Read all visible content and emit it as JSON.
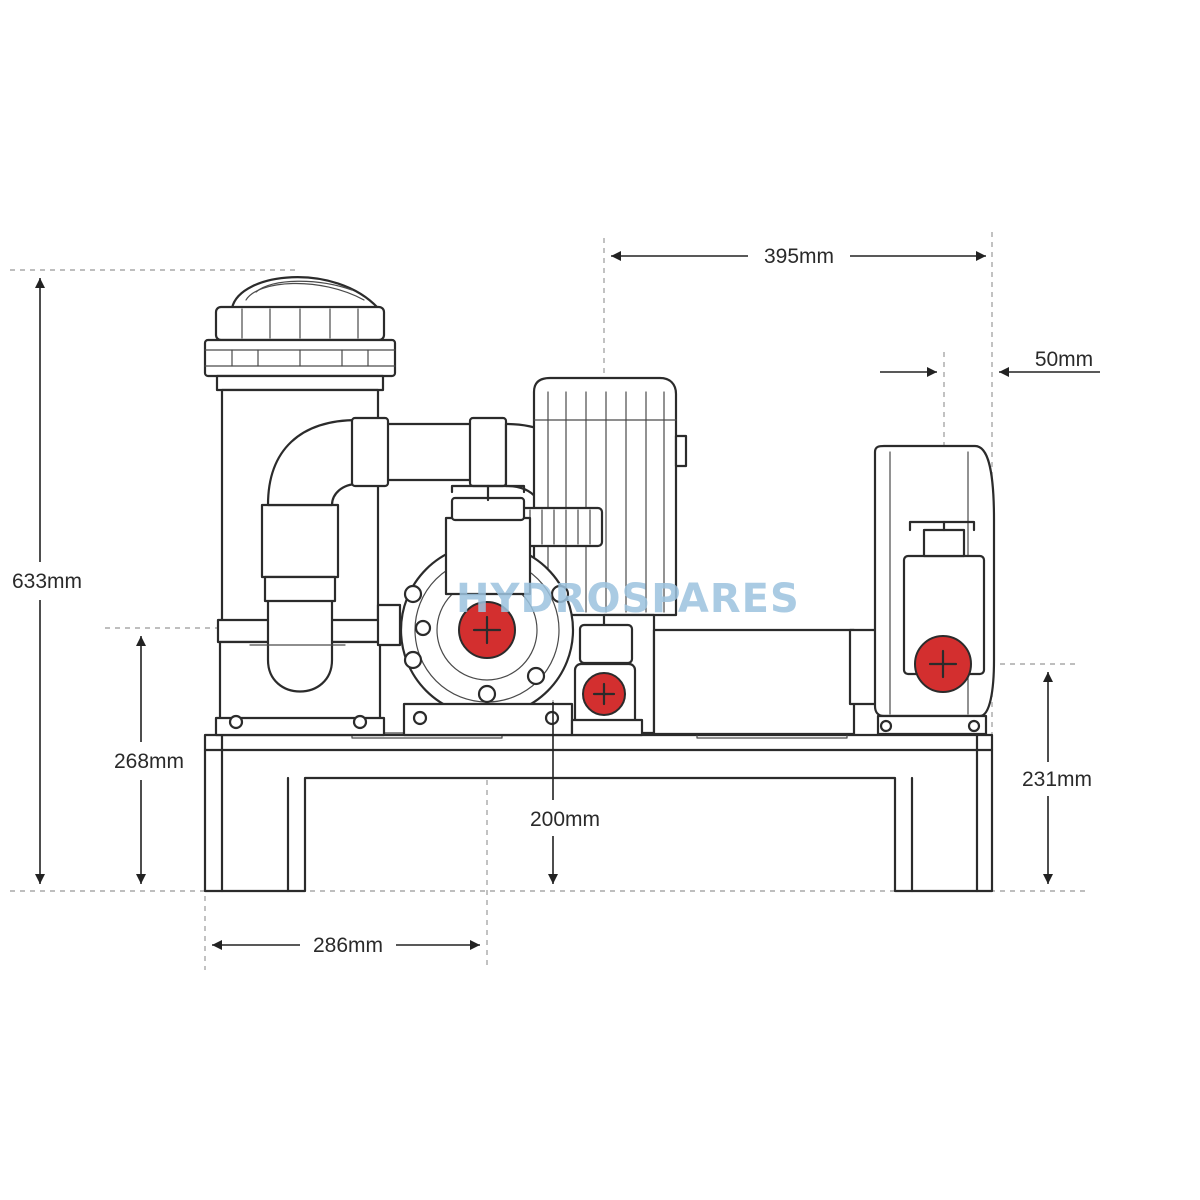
{
  "watermark": "HYDROSPARES",
  "dimensions": {
    "overall_height": "633mm",
    "left_port_height": "268mm",
    "center_port_height": "200mm",
    "right_port_height": "231mm",
    "left_port_offset": "286mm",
    "top_span": "395mm",
    "right_offset": "50mm"
  },
  "colors": {
    "port_fill": "#d32f2f",
    "line": "#2b2b2b",
    "dash": "#a8a8a8",
    "watermark": "#9cc3df"
  }
}
